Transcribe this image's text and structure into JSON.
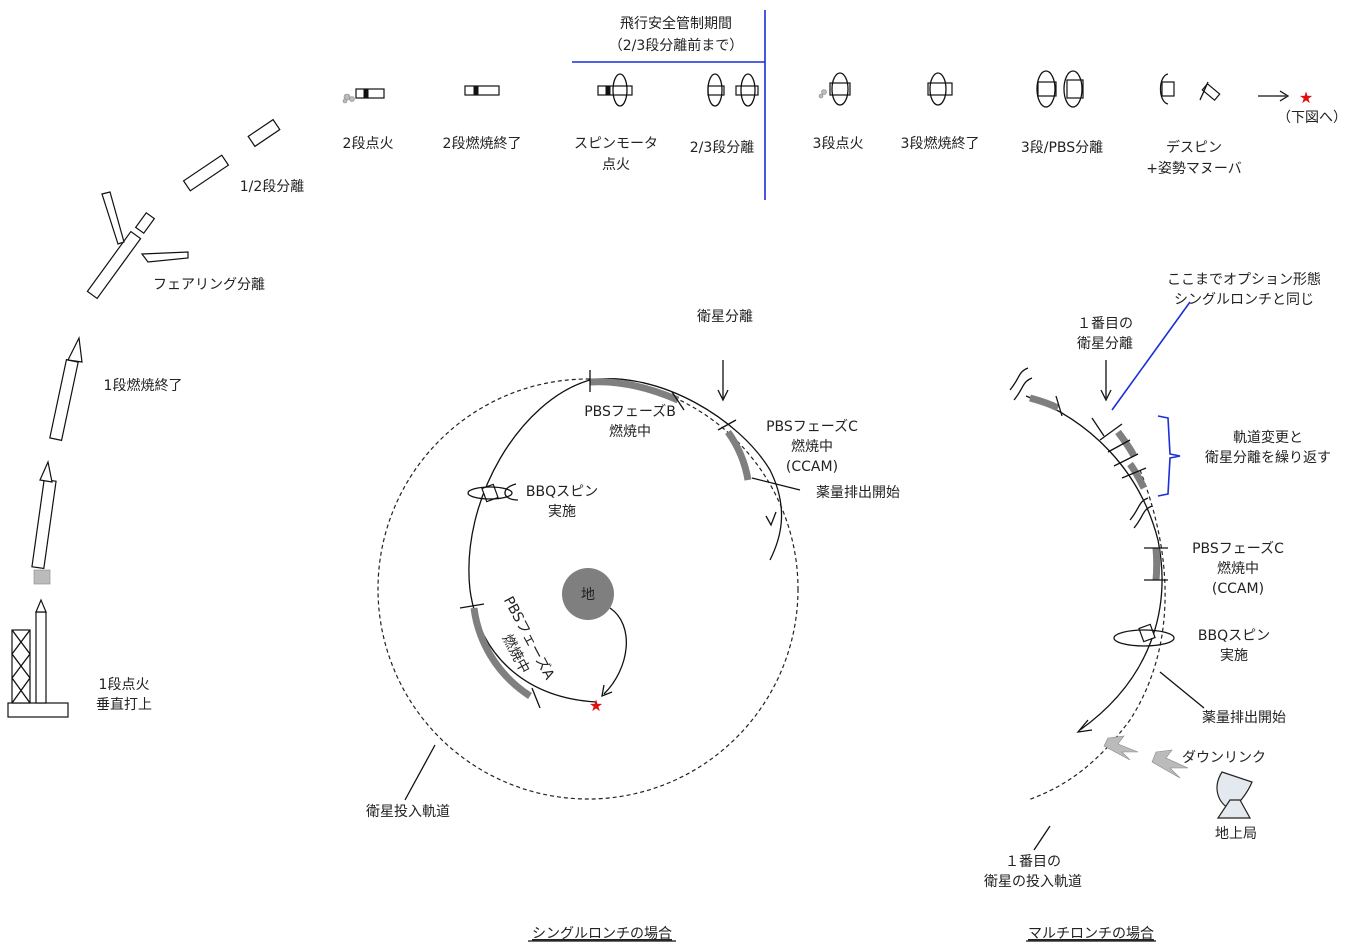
{
  "stages_top": {
    "flight_safety_title": "飛行安全管制期間",
    "flight_safety_sub": "（2/3段分離前まで）",
    "items": [
      {
        "label": "2段点火"
      },
      {
        "label": "2段燃焼終了"
      },
      {
        "label_1": "スピンモータ",
        "label_2": "点火"
      },
      {
        "label": "2/3段分離"
      },
      {
        "label": "3段点火"
      },
      {
        "label": "3段燃焼終了"
      },
      {
        "label": "3段/PBS分離"
      },
      {
        "label_1": "デスピン",
        "label_2": "+姿勢マヌーバ"
      }
    ],
    "next_label": "（下図へ）",
    "star_glyph": "★"
  },
  "launch": {
    "sep12": "1/2段分離",
    "fairing": "フェアリング分離",
    "burnout1": "1段燃焼終了",
    "ignition1_1": "1段点火",
    "ignition1_2": "垂直打上"
  },
  "single": {
    "earth": "地",
    "phase_b_1": "PBSフェーズB",
    "phase_b_2": "燃焼中",
    "sat_sep": "衛星分離",
    "phase_c_1": "PBSフェーズC",
    "phase_c_2": "燃焼中",
    "phase_c_3": "(CCAM)",
    "drain": "薬量排出開始",
    "bbq_1": "BBQスピン",
    "bbq_2": "実施",
    "phase_a_1": "PBSフェーズA",
    "phase_a_2": "燃焼中",
    "orbit": "衛星投入軌道",
    "caption": "シングルロンチの場合"
  },
  "multi": {
    "note_1": "ここまでオプション形態",
    "note_2": "シングルロンチと同じ",
    "first_sep_1": "１番目の",
    "first_sep_2": "衛星分離",
    "repeat_1": "軌道変更と",
    "repeat_2": "衛星分離を繰り返す",
    "phase_c_1": "PBSフェーズC",
    "phase_c_2": "燃焼中",
    "phase_c_3": "(CCAM)",
    "bbq_1": "BBQスピン",
    "bbq_2": "実施",
    "drain": "薬量排出開始",
    "downlink": "ダウンリンク",
    "ground": "地上局",
    "first_orbit_1": "１番目の",
    "first_orbit_2": "衛星の投入軌道",
    "caption": "マルチロンチの場合"
  },
  "colors": {
    "accent_line": "#1a2fd6",
    "star": "#e01010",
    "burn_arc": "#7f7f7f",
    "earth": "#7f7f7f"
  }
}
